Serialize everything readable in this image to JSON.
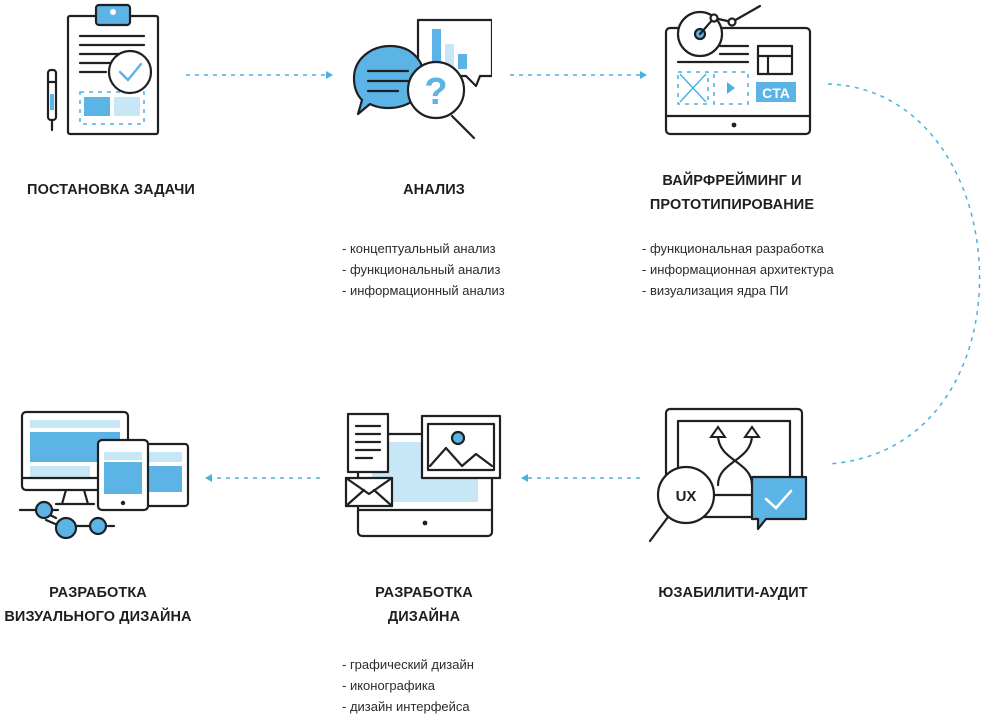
{
  "steps": [
    {
      "title_lines": [
        "ПОСТАНОВКА ЗАДАЧИ"
      ],
      "items": []
    },
    {
      "title_lines": [
        "АНАЛИЗ"
      ],
      "items": [
        "- концептуальный анализ",
        "- функциональный анализ",
        "- информационный анализ"
      ]
    },
    {
      "title_lines": [
        "ВАЙРФРЕЙМИНГ И",
        "ПРОТОТИПИРОВАНИЕ"
      ],
      "items": [
        "- функциональная разработка",
        "- информационная архитектура",
        "- визуализация ядра ПИ"
      ]
    },
    {
      "title_lines": [
        "ЮЗАБИЛИТИ-АУДИТ"
      ],
      "items": []
    },
    {
      "title_lines": [
        "РАЗРАБОТКА",
        "ДИЗАЙНА"
      ],
      "items": [
        "- графический дизайн",
        "- иконографика",
        "- дизайн интерфейса"
      ]
    },
    {
      "title_lines": [
        "РАЗРАБОТКА",
        "ВИЗУАЛЬНОГО ДИЗАЙНА"
      ],
      "items": []
    }
  ],
  "icon_labels": {
    "cta": "CTA",
    "ux": "UX",
    "question": "?"
  },
  "colors": {
    "accent": "#5cb3e6",
    "accent_light": "#c7e6f6",
    "stroke": "#1f2023",
    "connector": "#4ab0e0"
  }
}
